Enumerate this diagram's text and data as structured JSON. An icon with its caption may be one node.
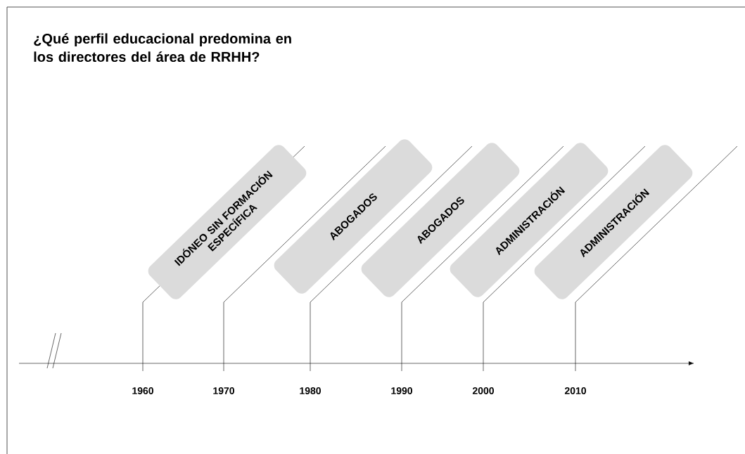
{
  "diagram": {
    "title": "¿Qué perfil educacional predomina en los directores del área de RRHH?",
    "nodes": [
      {
        "text": [
          "IDÓNEO SIN FORMACIÓN ESPECÍFICA"
        ]
      },
      {
        "text": [
          "ABOGADOS"
        ]
      },
      {
        "text": [
          "ABOGADOS"
        ]
      },
      {
        "text": [
          "ADMINISTRACIÓN"
        ]
      },
      {
        "text": [
          "ADMINISTRACIÓN"
        ]
      }
    ],
    "labels": [
      "1960",
      "1970",
      "1980",
      "1990",
      "2000",
      "2010"
    ]
  }
}
